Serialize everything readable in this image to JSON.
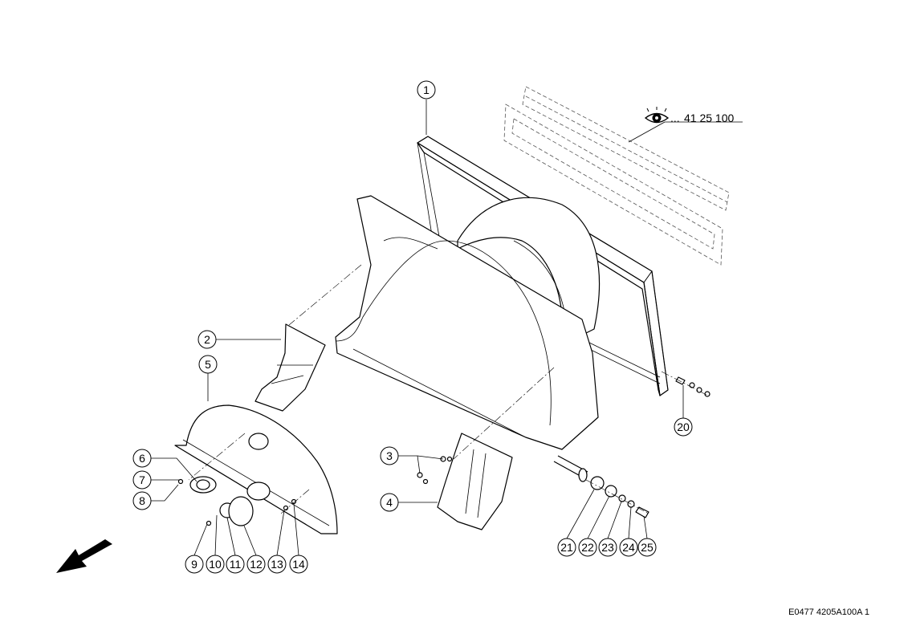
{
  "reference": {
    "prefix": "...",
    "number": "41 25 100",
    "icon": "eye-icon"
  },
  "drawing_code": "E0477 4205A100A 1",
  "direction_arrow": "arrow-icon",
  "callouts": [
    "1",
    "2",
    "3",
    "4",
    "5",
    "6",
    "7",
    "8",
    "9",
    "10",
    "11",
    "12",
    "13",
    "14",
    "20",
    "21",
    "22",
    "23",
    "24",
    "25"
  ]
}
